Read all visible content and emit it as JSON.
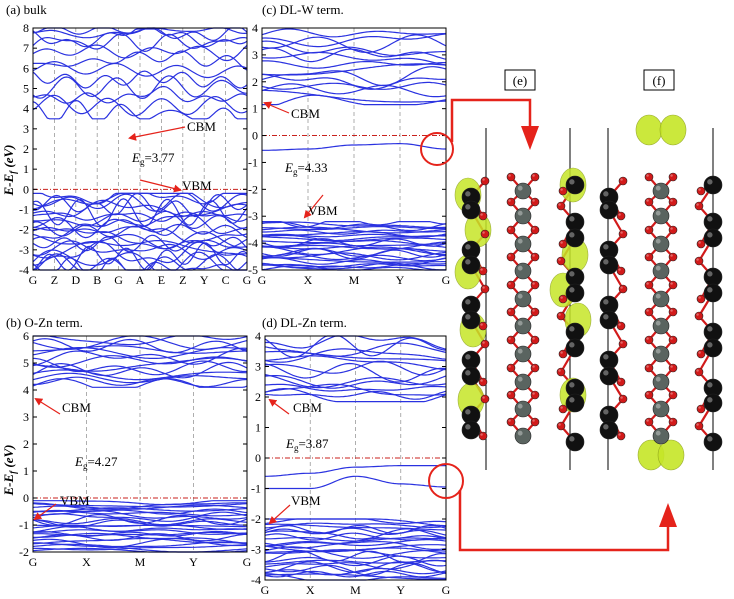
{
  "colors": {
    "band": "#2a32e0",
    "fermi": "#c8201c",
    "arrow": "#e5231b",
    "frame": "#000000",
    "grid": "#9a9a9a",
    "atom_w": "#111111",
    "atom_zn": "#5a6460",
    "atom_o": "#d21a1a",
    "density": "#c6e628"
  },
  "ylabel": "E-E",
  "ylabel_sub": "f",
  "ylabel_unit": " (eV)",
  "chart_data": [
    {
      "id": "a",
      "type": "line",
      "title": "(a)  bulk",
      "ylim": [
        -4,
        8
      ],
      "yticks": [
        -4,
        -3,
        -2,
        -1,
        0,
        1,
        2,
        3,
        4,
        5,
        6,
        7,
        8
      ],
      "kpath": [
        "G",
        "Z",
        "D",
        "B",
        "G",
        "A",
        "E",
        "Z",
        "Y",
        "C",
        "G"
      ],
      "fermi": 0,
      "bands_vb_range": [
        -4.0,
        -0.2
      ],
      "bands_cb_range": [
        3.5,
        7.95
      ],
      "annotations": {
        "cbm": "CBM",
        "vbm": "VBM",
        "gap_prefix": "E",
        "gap_sub": "g",
        "gap_value": "=3.77"
      }
    },
    {
      "id": "b",
      "type": "line",
      "title": "(b)  O-Zn term.",
      "ylim": [
        -2,
        6
      ],
      "yticks": [
        -2,
        -1,
        0,
        1,
        2,
        3,
        4,
        5,
        6
      ],
      "kpath": [
        "G",
        "X",
        "M",
        "Y",
        "G"
      ],
      "fermi": 0,
      "bands_vb_range": [
        -2.0,
        -0.1
      ],
      "bands_cb_range": [
        4.1,
        5.95
      ],
      "annotations": {
        "cbm": "CBM",
        "vbm": "VBM",
        "gap_prefix": "E",
        "gap_sub": "g",
        "gap_value": "=4.27"
      }
    },
    {
      "id": "c",
      "type": "line",
      "title": "(c)  DL-W term.",
      "ylim": [
        -5,
        4
      ],
      "yticks": [
        -5,
        -4,
        -3,
        -2,
        -1,
        0,
        1,
        2,
        3,
        4
      ],
      "kpath": [
        "G",
        "X",
        "M",
        "Y",
        "G"
      ],
      "fermi": 0,
      "gap_band": [
        -0.55,
        -0.5,
        -0.35,
        -0.3,
        -0.5
      ],
      "bands_vb_range": [
        -5.0,
        -3.2
      ],
      "bands_cb_range": [
        1.15,
        3.9
      ],
      "annotations": {
        "cbm": "CBM",
        "vbm": "VBM",
        "gap_prefix": "E",
        "gap_sub": "g",
        "gap_value": "=4.33"
      }
    },
    {
      "id": "d",
      "type": "line",
      "title": "(d)  DL-Zn term.",
      "ylim": [
        -4,
        4
      ],
      "yticks": [
        -4,
        -3,
        -2,
        -1,
        0,
        1,
        2,
        3,
        4
      ],
      "kpath": [
        "G",
        "X",
        "M",
        "Y",
        "G"
      ],
      "fermi": 0,
      "gap_bands": [
        [
          -0.6,
          -0.5,
          -0.3,
          -0.25,
          -0.25
        ],
        [
          -1.0,
          -1.0,
          -0.6,
          -0.85,
          -0.95
        ]
      ],
      "bands_vb_range": [
        -4.0,
        -2.0
      ],
      "bands_cb_range": [
        1.85,
        3.9
      ],
      "annotations": {
        "cbm": "CBM",
        "vbm": "VBM",
        "gap_prefix": "E",
        "gap_sub": "g",
        "gap_value": "=3.87"
      }
    }
  ],
  "structures": [
    {
      "id": "e",
      "label": "(e)"
    },
    {
      "id": "f",
      "label": "(f)"
    }
  ]
}
